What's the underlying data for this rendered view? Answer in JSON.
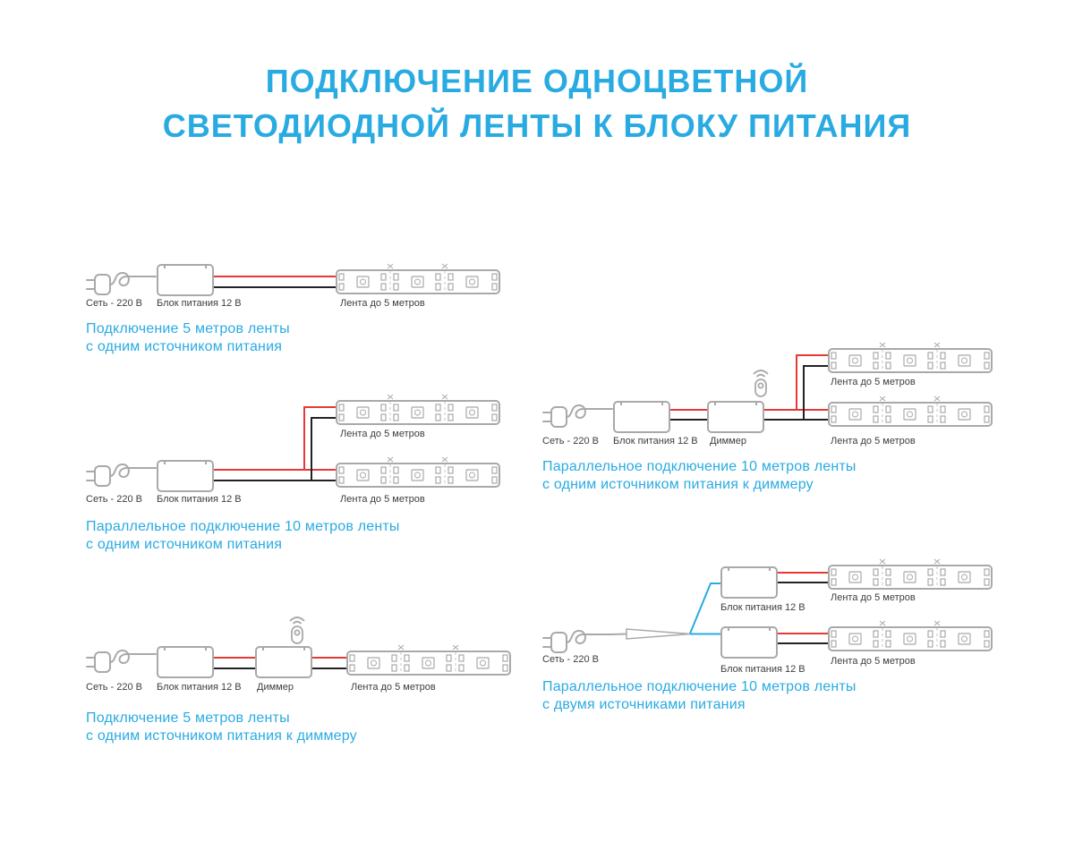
{
  "title": {
    "line1": "ПОДКЛЮЧЕНИЕ ОДНОЦВЕТНОЙ",
    "line2": "СВЕТОДИОДНОЙ ЛЕНТЫ К БЛОКУ ПИТАНИЯ"
  },
  "labels": {
    "mains": "Сеть - 220 В",
    "psu": "Блок питания 12 В",
    "dimmer": "Диммер",
    "strip": "Лента до 5 метров"
  },
  "diagrams": {
    "d1": {
      "caption1": "Подключение 5 метров ленты",
      "caption2": "с одним источником питания"
    },
    "d2": {
      "caption1": "Параллельное подключение 10 метров ленты",
      "caption2": "с одним источником питания"
    },
    "d3": {
      "caption1": "Подключение 5 метров ленты",
      "caption2": "с одним источником питания к диммеру"
    },
    "d4": {
      "caption1": "Параллельное подключение 10 метров ленты",
      "caption2": "с одним источником питания к диммеру"
    },
    "d5": {
      "caption1": "Параллельное подключение 10 метров ленты",
      "caption2": "с двумя источниками питания"
    }
  },
  "colors": {
    "accent_blue": "#29abe2",
    "wire_red": "#e53935",
    "wire_black": "#222222",
    "wire_blue": "#29abe2",
    "device_gray": "#a9a9a9",
    "label_gray": "#3d3d3d",
    "background": "#ffffff"
  }
}
